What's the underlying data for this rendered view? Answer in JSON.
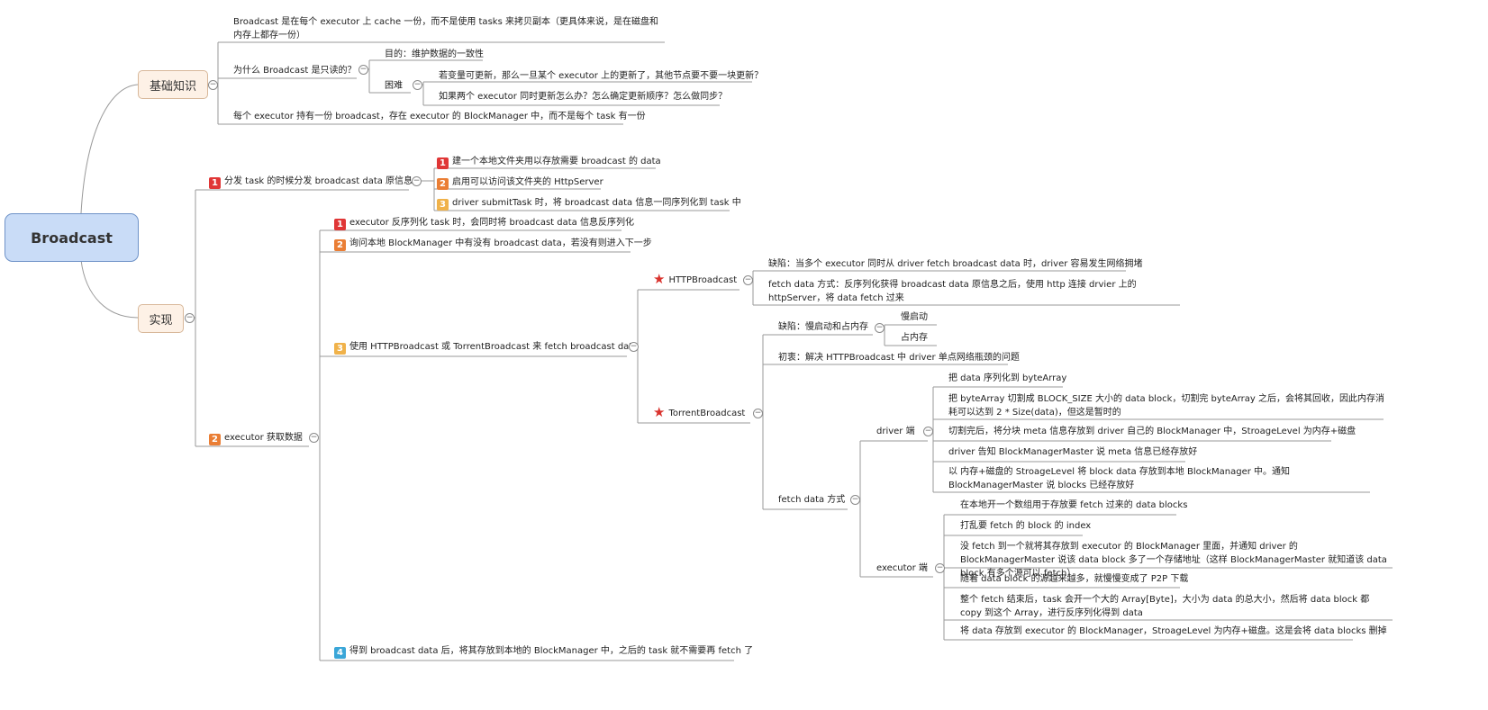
{
  "colors": {
    "badge1": "#e03636",
    "badge2": "#ea7e35",
    "badge3": "#f0b24a",
    "badge4": "#3aa6d8",
    "star": "#d9322d"
  },
  "root": "Broadcast",
  "basic": {
    "label": "基础知识",
    "item1": "Broadcast 是在每个 executor 上 cache 一份，而不是使用 tasks 来拷贝副本（更具体来说，是在磁盘和内存上都存一份）",
    "why": "为什么 Broadcast 是只读的？",
    "purpose": "目的：维护数据的一致性",
    "difficulty": "困难",
    "diff1": "若变量可更新，那么一旦某个 executor 上的更新了，其他节点要不要一块更新？",
    "diff2": "如果两个 executor 同时更新怎么办？怎么确定更新顺序？怎么做同步？",
    "item3": "每个 executor 持有一份 broadcast，存在 executor 的 BlockManager 中，而不是每个 task 有一份"
  },
  "impl": {
    "label": "实现",
    "distribute": {
      "badge": "1",
      "label": "分发 task 的时候分发 broadcast data 原信息",
      "s1": {
        "badge": "1",
        "label": "建一个本地文件夹用以存放需要 broadcast 的 data"
      },
      "s2": {
        "badge": "2",
        "label": "启用可以访问该文件夹的 HttpServer"
      },
      "s3": {
        "badge": "3",
        "label": "driver submitTask 时，将 broadcast data 信息一同序列化到 task 中"
      }
    },
    "executor": {
      "badge": "2",
      "label": "executor 获取数据",
      "e1": {
        "badge": "1",
        "label": "executor 反序列化 task 时，会同时将 broadcast data 信息反序列化"
      },
      "e2": {
        "badge": "2",
        "label": "询问本地 BlockManager 中有没有 broadcast data，若没有则进入下一步"
      },
      "e3": {
        "badge": "3",
        "label": "使用 HTTPBroadcast 或 TorrentBroadcast 来 fetch broadcast data"
      },
      "e4": {
        "badge": "4",
        "label": "得到 broadcast data 后，将其存放到本地的 BlockManager 中，之后的 task 就不需要再 fetch 了"
      },
      "http": {
        "label": "HTTPBroadcast",
        "flaw": "缺陷：当多个 executor 同时从 driver fetch broadcast data 时，driver 容易发生网络拥堵",
        "fetch": "fetch data 方式：反序列化获得 broadcast data 原信息之后，使用 http 连接 drvier 上的 httpServer，将 data fetch 过来"
      },
      "torrent": {
        "label": "TorrentBroadcast",
        "flaw": "缺陷：慢启动和占内存",
        "slow": "慢启动",
        "mem": "占内存",
        "intent": "初衷：解决 HTTPBroadcast 中 driver 单点网络瓶颈的问题",
        "fetch": "fetch data 方式",
        "driver": "driver 端",
        "d1": "把 data 序列化到 byteArray",
        "d2": "把 byteArray 切割成 BLOCK_SIZE 大小的 data block，切割完 byteArray 之后，会将其回收，因此内存消耗可以达到 2 * Size(data)，但这是暂时的",
        "d3": "切割完后，将分块 meta 信息存放到 driver 自己的 BlockManager 中，StroageLevel 为内存+磁盘",
        "d4": "driver 告知 BlockManagerMaster 说 meta 信息已经存放好",
        "d5": "以 内存+磁盘的 StroageLevel 将 block data 存放到本地 BlockManager 中。通知 BlockManagerMaster 说 blocks 已经存放好",
        "exec": "executor 端",
        "x1": "在本地开一个数组用于存放要 fetch 过来的 data blocks",
        "x2": "打乱要 fetch 的 block 的 index",
        "x3": "没 fetch 到一个就将其存放到 executor 的 BlockManager 里面，并通知 driver 的 BlockManagerMaster 说该 data block 多了一个存储地址（这样 BlockManagerMaster 就知道该 data block 有多个源可以 fetch）",
        "x4": "随着 data block 的源越来越多，就慢慢变成了 P2P 下载",
        "x5": "整个 fetch 结束后，task 会开一个大的 Array[Byte]，大小为 data 的总大小，然后将 data block 都 copy 到这个 Array，进行反序列化得到 data",
        "x6": "将 data 存放到 executor 的 BlockManager，StroageLevel 为内存+磁盘。这是会将 data blocks 删掉"
      }
    }
  }
}
